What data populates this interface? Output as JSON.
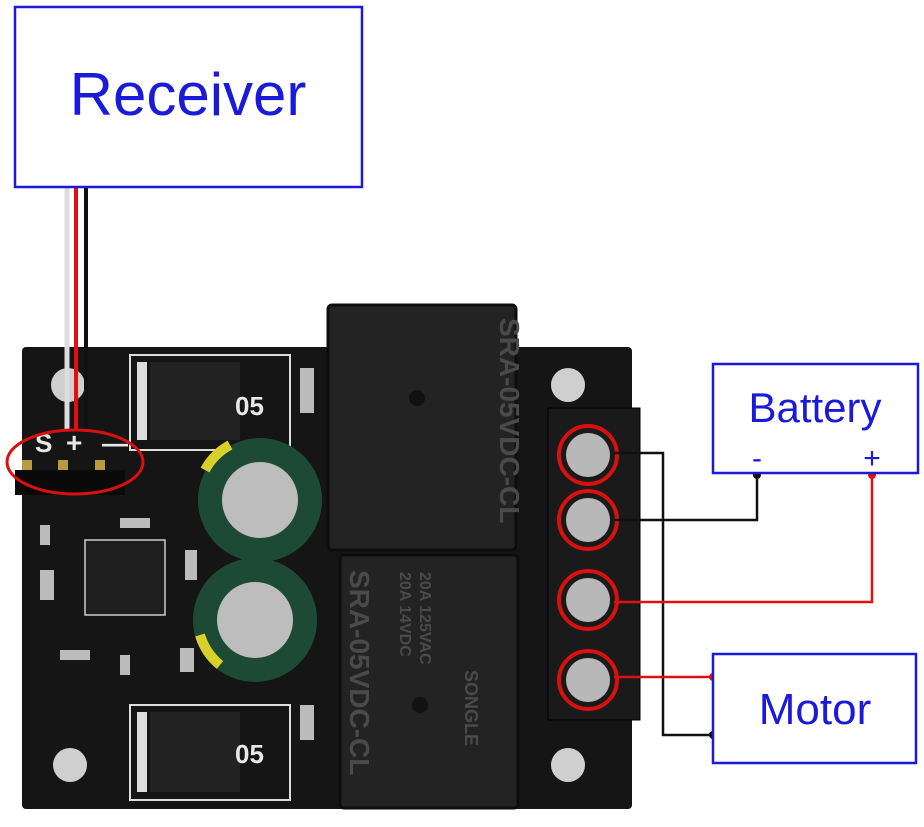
{
  "diagram": {
    "receiver": {
      "label": "Receiver"
    },
    "battery": {
      "label": "Battery",
      "minus": "-",
      "plus": "+"
    },
    "motor": {
      "label": "Motor"
    },
    "board": {
      "pin_labels": {
        "signal": "S",
        "plus": "+",
        "minus": "—"
      },
      "regulator_top": "05",
      "regulator_bottom": "05",
      "relay_model": "SRA-05VDC-CL",
      "relay_rating_1": "20A 14VDC",
      "relay_rating_2": "20A 125VAC",
      "relay_brand": "SONGLE"
    },
    "colors": {
      "label_blue": "#1a1ad8",
      "box_border": "#1a1ad8",
      "wire_red": "#e01010",
      "wire_black": "#111111",
      "highlight_red": "#d81010",
      "pcb": "#151515"
    }
  }
}
